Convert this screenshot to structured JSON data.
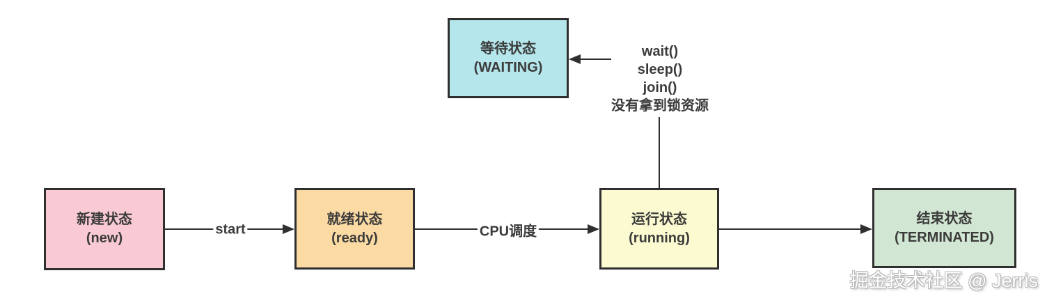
{
  "diagram": {
    "background_color": "#ffffff",
    "line_color": "#2f2f2f",
    "text_color": "#3b3b3b",
    "nodes": [
      {
        "id": "waiting",
        "line1": "等待状态",
        "line2": "(WAITING)",
        "fill": "#b5e6ec"
      },
      {
        "id": "new",
        "line1": "新建状态",
        "line2": "(new)",
        "fill": "#f9cad3"
      },
      {
        "id": "ready",
        "line1": "就绪状态",
        "line2": "(ready)",
        "fill": "#fbdaa3"
      },
      {
        "id": "running",
        "line1": "运行状态",
        "line2": "(running)",
        "fill": "#fbfad0"
      },
      {
        "id": "terminated",
        "line1": "结束状态",
        "line2": "(TERMINATED)",
        "fill": "#d2e7d3"
      }
    ],
    "edges": [
      {
        "from": "new",
        "to": "ready",
        "label": "start"
      },
      {
        "from": "ready",
        "to": "running",
        "label": "CPU调度"
      },
      {
        "from": "running",
        "to": "terminated",
        "label": ""
      },
      {
        "from": "wait-annotation",
        "to": "waiting",
        "label": ""
      },
      {
        "from": "running",
        "to": "wait-annotation",
        "label": ""
      }
    ],
    "annotation": {
      "lines": [
        "wait()",
        "sleep()",
        "join()",
        "没有拿到锁资源"
      ]
    },
    "watermark": "掘金技术社区 @ Jerris"
  }
}
